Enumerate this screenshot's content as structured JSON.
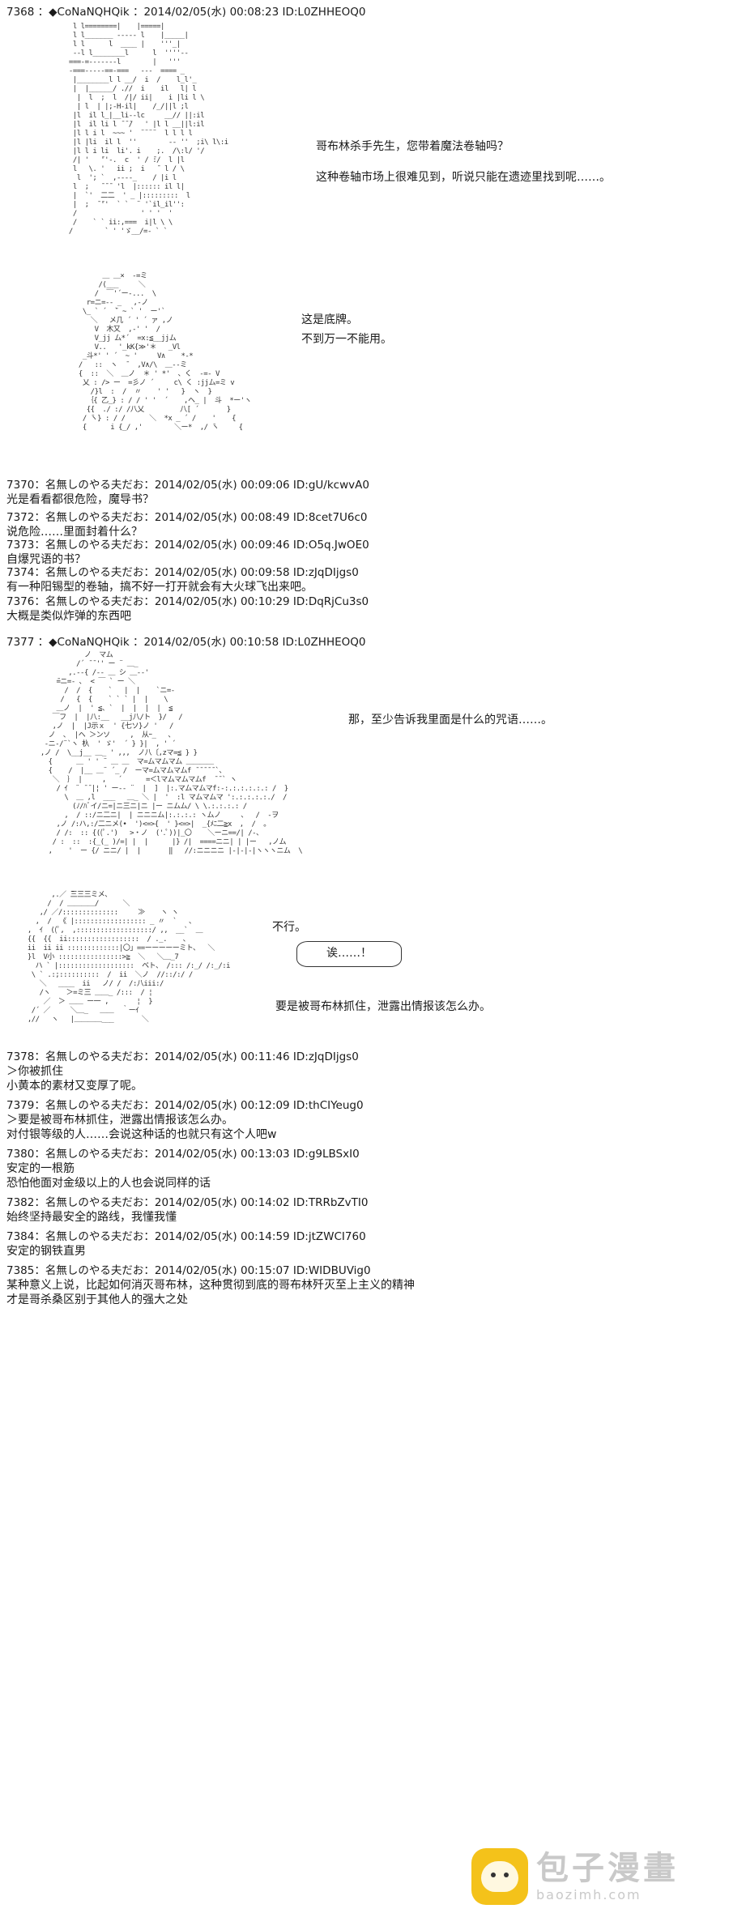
{
  "posts": [
    {
      "head": "7368 ：◆CoNaNQHQik ：2014/02/05(水) 00:08:23 ID:L0ZHHEOQ0",
      "body": ""
    },
    {
      "head": "7370：名無しのやる夫だお：2014/02/05(水) 00:09:06 ID:gU/kcwvA0",
      "body": "光是看看都很危险，魔导书？"
    },
    {
      "head": "7372：名無しのやる夫だお：2014/02/05(水) 00:08:49 ID:8cet7U6c0",
      "body": "说危险……里面封着什么？"
    },
    {
      "head": "7373：名無しのやる夫だお：2014/02/05(水) 00:09:46 ID:O5q.JwOE0",
      "body": "自爆咒语的书？"
    },
    {
      "head": "7374：名無しのやる夫だお：2014/02/05(水) 00:09:58 ID:zJqDIjgs0",
      "body": "有一种阳锡型的卷轴，搞不好一打开就会有大火球飞出来吧。"
    },
    {
      "head": "7376：名無しのやる夫だお：2014/02/05(水) 00:10:29 ID:DqRjCu3s0",
      "body": "大概是类似炸弹的东西吧"
    },
    {
      "head": "7377 ：◆CoNaNQHQik ：2014/02/05(水) 00:10:58 ID:L0ZHHEOQ0",
      "body": ""
    },
    {
      "head": "7378：名無しのやる夫だお：2014/02/05(水) 00:11:46 ID:zJqDIjgs0",
      "body": "＞你被抓住\n小黄本的素材又变厚了呢。"
    },
    {
      "head": "7379：名無しのやる夫だお：2014/02/05(水) 00:12:09 ID:thCIYeug0",
      "body": "＞要是被哥布林抓住，泄露出情报该怎么办。\n对付银等级的人……会说这种话的也就只有这个人吧w"
    },
    {
      "head": "7380：名無しのやる夫だお：2014/02/05(水) 00:13:03 ID:g9LBSxI0",
      "body": "安定的一根筋\n恐怕他面对金级以上的人也会说同样的话"
    },
    {
      "head": "7382：名無しのやる夫だお：2014/02/05(水) 00:14:02 ID:TRRbZvTI0",
      "body": "始终坚持最安全的路线，我懂我懂"
    },
    {
      "head": "7384：名無しのやる夫だお：2014/02/05(水) 00:14:59 ID:jtZWCI760",
      "body": "安定的钢铁直男"
    },
    {
      "head": "7385：名無しのやる夫だお：2014/02/05(水) 00:15:07 ID:WIDBUVig0",
      "body": "某种意义上说，比起如何消灭哥布林，这种贯彻到底的哥布林歼灭至上主义的精神\n才是哥杀桑区别于其他人的强大之处"
    }
  ],
  "dialogs": {
    "d1": "哥布林杀手先生，您带着魔法卷轴吗？",
    "d2": "这种卷轴市场上很难见到，听说只能在遗迹里找到呢……。",
    "d3": "这是底牌。",
    "d4": "不到万一不能用。",
    "d5": "那，至少告诉我里面是什么的咒语……。",
    "d6": "不行。",
    "d7": "诶……！",
    "d8": "要是被哥布林抓住，泄露出情报该怎么办。"
  },
  "aa_text": {
    "a1": "  l l========|    |=====|\n  l l_______ ----- l    |_____|\n  l l      l  ____ |    '''_|\n  --l l________l      l  ''''--\n ===-=-------l        |   '''\n -===-----==-===   ---  ==== _\n  |________l l __/  i  /    l_l'_\n  |  |______/ .//  i    il   l| l\n   |  l  ;  l  /|/ ii|    i |li l \\\n   | l  | |;-H-il|    /_/||l ;l\n  |l  il l_|__li--lc     __// ||:il\n  |l  il li l ̄ ̄ ̄/   ' |l l __||l:il\n  |l l i l  ~~~ '  ¨¨¨¨  l l l l\n  |l |li  il l  ''        -- ''  ;i\\ l\\:i\n  |l l i li  li'. i    ;.  /\\:l/ '/\n  /| '   ̄''-.  c  ' / ̄:/  l |l\n  l   \\. '   ii ;  i   ̄  l / \\\n   l  '; `  ,----_    / |i l\n  l  ;   ̄ ̄ ̄  'l  |:::::: il l|\n  |  `'  二二  ' _ |:::::::::  l\n  |  ;  ̄ ̄''  ` `  ¨ '`il_il'':\n  /                ' ' '  '\n  /    ` ` ii:,===  i|l \\ \\\n /        ` ' 'ゞ__/=- ` `",
    "a2": "       ＿ ＿×  -=ミ\n      /(___     ＼\n     /  ￣'´ー-...  \\\n   r=ニ=-- _   ,-ノ\n  \\_ ` ´  ̄` ~ ` '  ー'`\n    ＼   メ几 ´ ' ´ ァ ,ノ\n     V  木又  ,-' '  /\n     V_jj ム*´  =x:≦__jjム\n     V..   '_kK{≫'＊   _Vl\n  _斗*' ' ´  ~ '     V∧    *-*\n /   ::  ヽ  ̄   ,V∧/\\  ＿--ミ\n {  ::  ＼  ＿ノ  ＊ ' *'  、く  -=- V\n  乂 : /> ー  =彡ノ ´     c\\ く :jjム=ミ v\n    /}l  :  /  〃    ' '   }  ヽ  }\n   ｛{ 乙_} : / / ' '  ´    ,ヘ_ |  斗  *ー'ヽ\n   {{  ./ :/ /八乂         八[ ´       }\n  / ̄ヽ} : / /      ＼  *x _ ´ /    '    {\n  {      i {_/ ,'        ＼ー*  ,/ ̄ヽ     {",
    "a3": "             ノ  マム\n           /´ ̄ ̄ '' ー ¨ ＿_\n         ,.--{ /-- ＿ シ ＿--'\n      ̄=ニ=- ､  < ￣ ` ー ＼\n        /  /  {    `   |  |    `ニ=-\n       /   {  {    ` ` ` |  |    \\\n      ＿ノ  |  ' ≦、`  |  |  |  |  ≦\n     ￣フ  |  |八:__   __j八/ト  }/   /\n     ,ノ  |  |J示ｘ  ' {七ソ}ノ '   /\n    ノ  ､  |ヘ ＞ンソ     ,  从ｰ_   、\n   -ニ-/¨`ヽ 杁  ' ゞ'  ´ } }|  , ' ´\n  ,ノ /  \\__j__ ＿_ ' ,,,  ノ八〔,zマ=≦ } }\n    {      ＿ ' ' ¨ ＿ ＿  マ=ムマムマム ＿＿＿＿\n    {    /  |__ ＿¨ ´_ /  ーマ=ムマムマムf ̄ ̄ ̄ ̄ ̄ `、\n     ＼  ｝ |     ,   ´      =＜lマムマムマムf  ̄ ̄ ` ヽ\n      / ｲ  ¨ ̄ ̄ |¦ ' ー-- ¨  |  ]  |:.マムマムマf:-:.:.:.:.:.: /  }\n        \\  ＿ ,l  ___   ＿_ ＼ |  '  :l マムマムマ ':.:.:.:.:./  /\n          (ﾉ/ﾊﾞイ/ニ=|ニ三ニ|ニ |ー ニムム/ \\ \\.:.:.:.: /\n        ,  / ::/ニ二ニ|  | ニニニム|:.:.:.: ヽムノ     、  /  -ヲ\n      ,ノ /:ハ,:/二ニメ(•  ')<=>{  ' }<=>|  _{ﾒﾆ二≧x  ,  /  ｡\n      / /:  :: {((ﾟ.')   >・ノ  ('.ﾟ))|_〇    ＼ーニ==/| /-、\n     / :  ::  :{_(_ )/=| |  |      |} /|  ====ニニ| | |ー   ,ノム\n    ,    '  ー {/ ニニ/ |  |       ‖   //:ニニニニ |-|-|-|ヽヽヽニム  \\",
    "a4": "        ,.／ ̄三三三ミメ、\n       /  / ＿＿＿＿/      ＼\n     ,/ ／/::::::::::::::     ≫    ヽ ヽ\n    ,  /  《 |:::::::::::::::::: _ 〃  `   、\n  ,  ｲ  ((ﾟ,  ,:::::::::::::::::::/ ,,  __`  ＿\n  {{  {{  ii::::::::::::::::::  / ._.    、\n  ii  ii ii :::::::::::::|〇」==ーーーーーミト、  ＼\n  }l  V小 ::::::::::::::::>≧  ＼   ＼＿_7\n    ハ ` |:::::::::::::::::::  ベト、 /::: /:_/ /:_/:i\n   \\ ` .:;::::::::::  /  ii  ＼ノ  //::/:/ /\n     ＼   ____  ii   ノ/ /  /:八iii:/\n     /ヽ    ＞=ミ三 ＿＿_ /:::  / ¦\n      ／  ＞ ＿＿ ー一 ,       ¦  }\n   /´ ／     ＼＿_   ＿＿  ｀ーｲ\n  ,//   ヽ   |＿＿＿＿___       ＼"
  },
  "watermark": {
    "title": "包子漫畫",
    "subtitle": "baozimh.com"
  }
}
